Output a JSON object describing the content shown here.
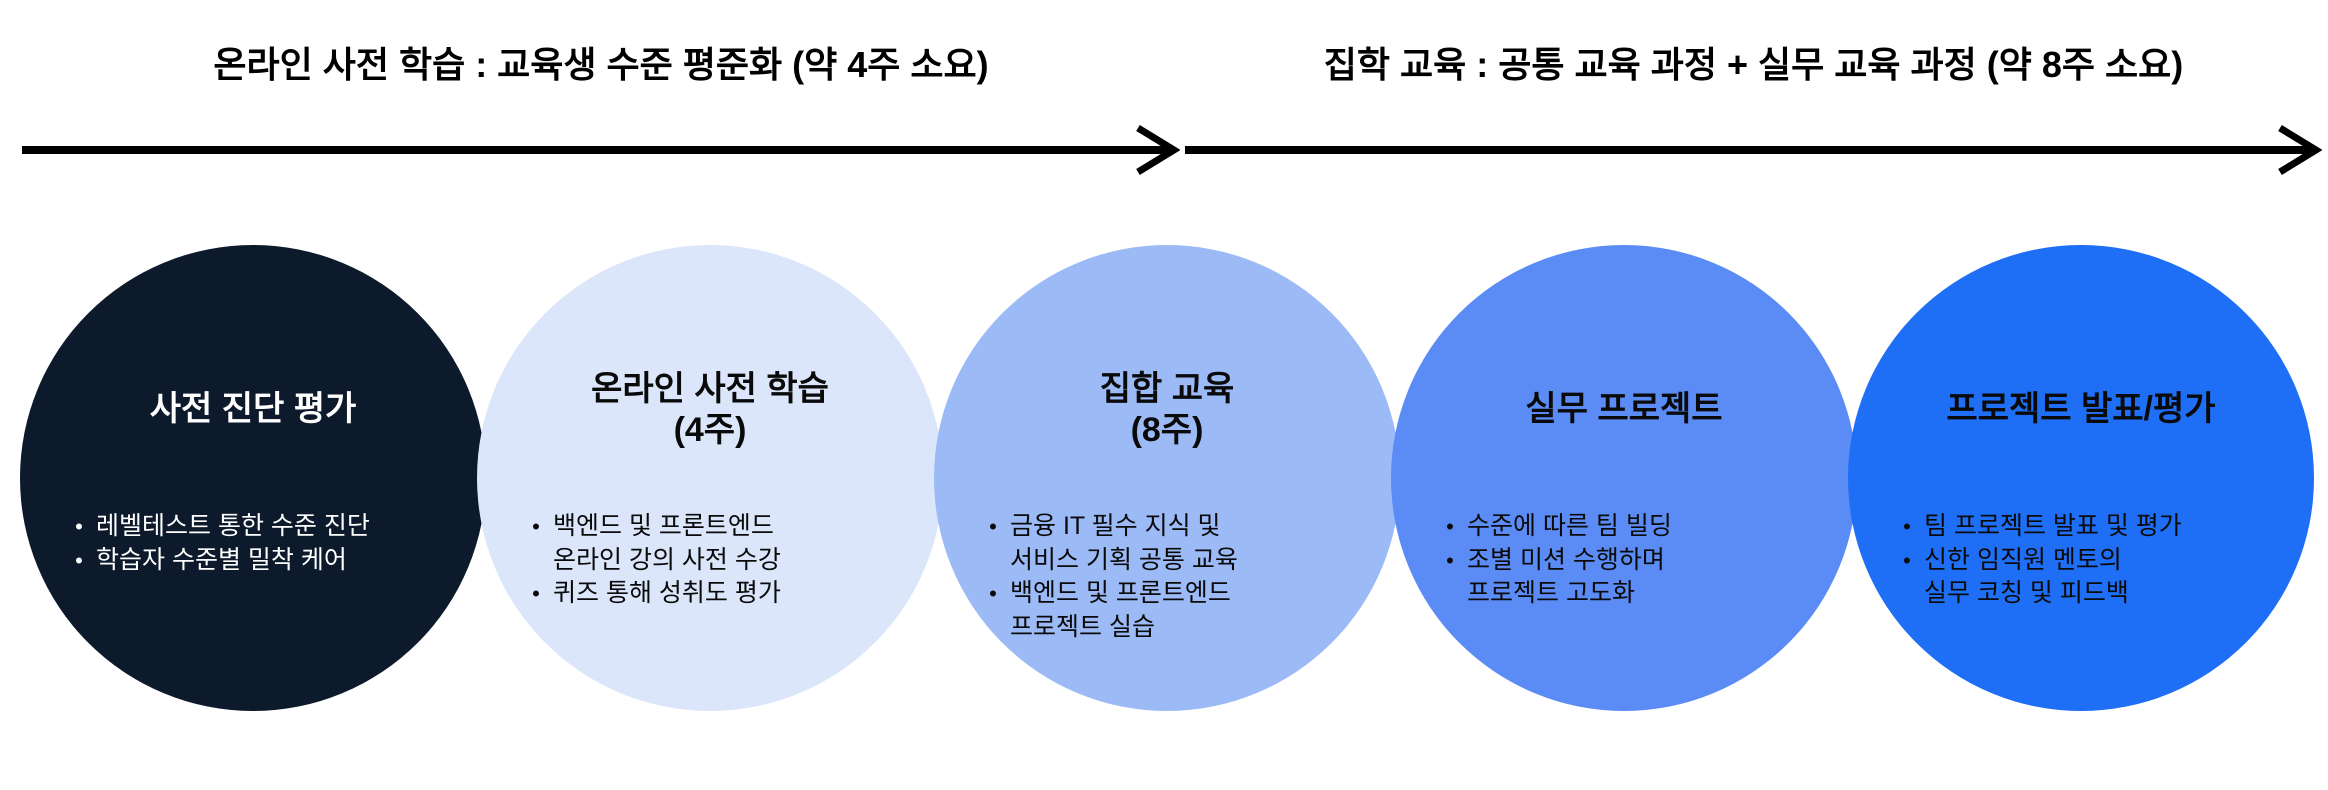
{
  "phases": [
    {
      "label": "온라인 사전 학습 : 교육생 수준 평준화 (약 4주 소요)"
    },
    {
      "label": "집학 교육 : 공통 교육 과정 + 실무 교육 과정 (약 8주 소요)"
    }
  ],
  "arrow": {
    "color": "#000000"
  },
  "stages": [
    {
      "title": "사전 진단 평가",
      "bullets": [
        "레벨테스트 통한 수준 진단",
        "학습자 수준별 밀착 케어"
      ],
      "circle_color": "#0d1a2b",
      "text_color": "#ffffff"
    },
    {
      "title": "온라인 사전 학습\n(4주)",
      "bullets": [
        "백엔드 및 프론트엔드\n온라인 강의 사전 수강",
        "퀴즈 통해 성취도 평가"
      ],
      "circle_color": "#dbe6fa",
      "text_color": "#0a0a0a"
    },
    {
      "title": "집합 교육\n(8주)",
      "bullets": [
        "금융 IT 필수 지식 및\n서비스 기획 공통 교육",
        "백엔드 및 프론트엔드\n프로젝트 실습"
      ],
      "circle_color": "#9cbaf6",
      "text_color": "#0a0a0a"
    },
    {
      "title": "실무 프로젝트",
      "bullets": [
        "수준에 따른 팀 빌딩",
        "조별 미션 수행하며\n프로젝트 고도화"
      ],
      "circle_color": "#5b8cf5",
      "text_color": "#0a0a0a"
    },
    {
      "title": "프로젝트 발표/평가",
      "bullets": [
        "팀 프로젝트 발표 및 평가",
        "신한 임직원 멘토의\n실무 코칭 및 피드백"
      ],
      "circle_color": "#1e6ef6",
      "text_color": "#0a0a0a"
    }
  ],
  "bullet_glyph": "•"
}
